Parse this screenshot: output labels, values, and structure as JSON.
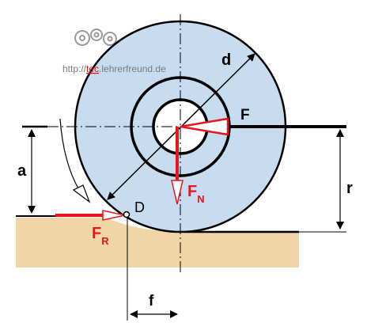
{
  "watermark": {
    "prefix": "http://",
    "highlight": "tec",
    "suffix": ".lehrerfreund.de"
  },
  "labels": {
    "force_f": "F",
    "diameter": "d",
    "height_a": "a",
    "radius": "r",
    "contact_point": "D",
    "normal_force": "F",
    "normal_force_sub": "N",
    "rolling_resistance": "F",
    "rolling_resistance_sub": "R",
    "offset_f": "f"
  },
  "colors": {
    "wheel_fill": "#c8dcf0",
    "ground_fill": "#f0d6a6",
    "force_red": "#e8141c",
    "line": "#000000",
    "watermark": "#7a7a7a",
    "watermark_highlight": "#e8141c"
  },
  "icons": [
    "gears-logo-icon"
  ]
}
